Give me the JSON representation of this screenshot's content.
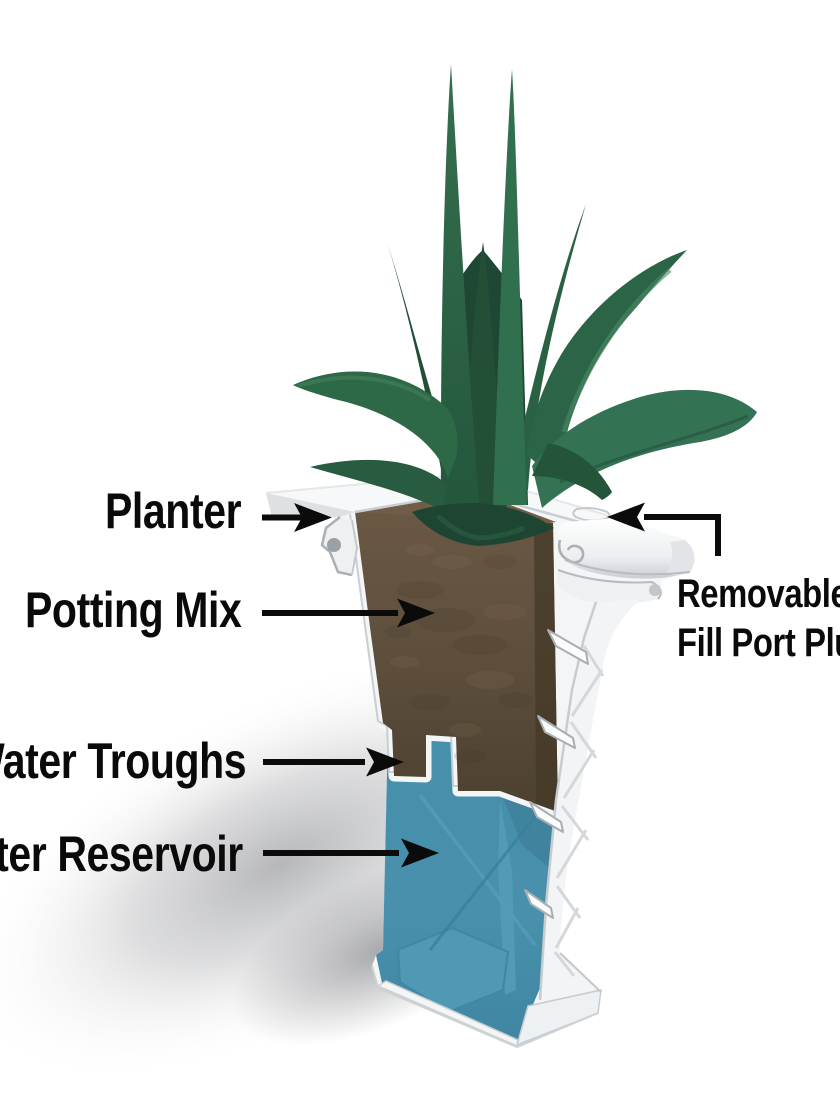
{
  "diagram": {
    "title_implicit": "Self-watering planter cutaway diagram",
    "labels": {
      "planter": "Planter",
      "potting_mix": "Potting Mix",
      "water_troughs": "Water Troughs",
      "water_reservoir": "Water Reservoir",
      "fill_port_line1": "Removable",
      "fill_port_line2": "Fill Port Plug"
    },
    "colors": {
      "leaf_green": "#2f6a4a",
      "soil_brown": "#5e4e3c",
      "water_blue": "#4a92ad",
      "planter_white": "#f4f5f6",
      "label_black": "#0a0a0a"
    }
  }
}
